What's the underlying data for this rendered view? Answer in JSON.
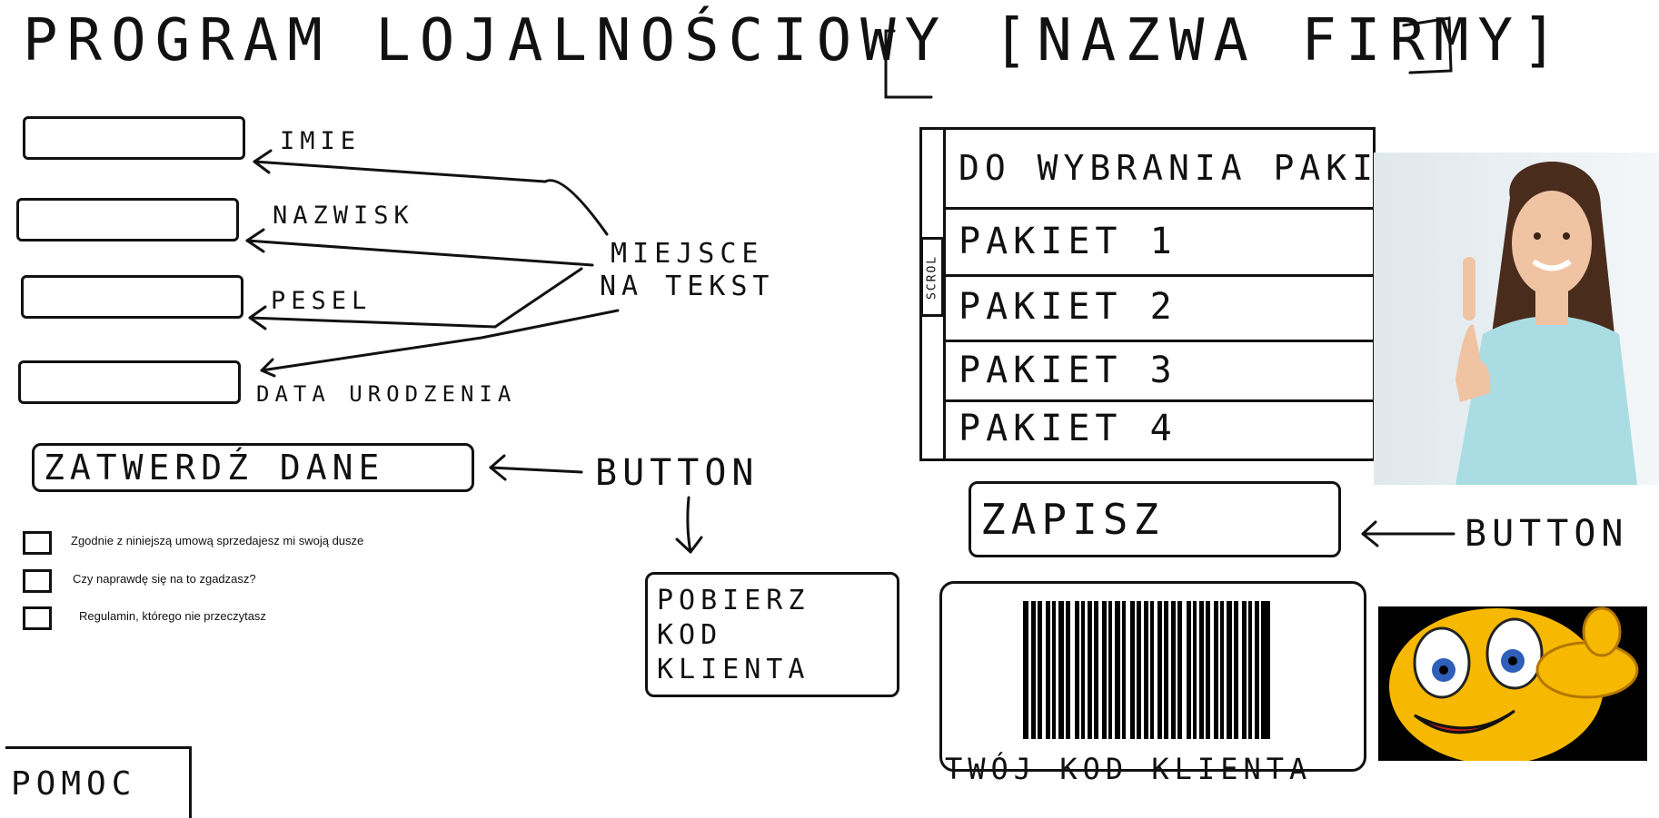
{
  "header": {
    "title": "PROGRAM LOJALNOŚCIOWY [NAZWA FIRMY]"
  },
  "form": {
    "fields": [
      {
        "label": "IMIE",
        "value": "",
        "placeholder": ""
      },
      {
        "label": "NAZWISK",
        "value": "",
        "placeholder": ""
      },
      {
        "label": "PESEL",
        "value": "",
        "placeholder": ""
      },
      {
        "label": "DATA URODZENIA",
        "value": "",
        "placeholder": ""
      }
    ],
    "annotation": "MIEJSCE\nNA TEKST",
    "confirm_button": "ZATWERDŹ DANE",
    "button_annotation": "BUTTON"
  },
  "consents": [
    {
      "text": "Zgodnie z niniejszą umową sprzedajesz mi swoją dusze",
      "checked": false
    },
    {
      "text": "Czy naprawdę się na to zgadzasz?",
      "checked": false
    },
    {
      "text": "Regulamin, którego nie przeczytasz",
      "checked": false
    }
  ],
  "get_code_button": "POBIERZ\nKOD\nKLIENTA",
  "packages": {
    "header": "DO WYBRANIA PAKIET",
    "scroll_label": "SCROL",
    "options": [
      "PAKIET 1",
      "PAKIET 2",
      "PAKIET 3",
      "PAKIET 4"
    ]
  },
  "save_button": "ZAPISZ",
  "save_annotation": "BUTTON",
  "client_code": {
    "label": "TWÓJ KOD KLIENTA"
  },
  "help_button": "POMOC",
  "icons": {
    "photo": "woman-thumbs-up-photo",
    "emoji": "winking-thumbs-up-emoji"
  },
  "colors": {
    "ink": "#111111",
    "emoji_face": "#f6b800",
    "emoji_bg": "#000000",
    "shirt": "#a9dde3"
  }
}
